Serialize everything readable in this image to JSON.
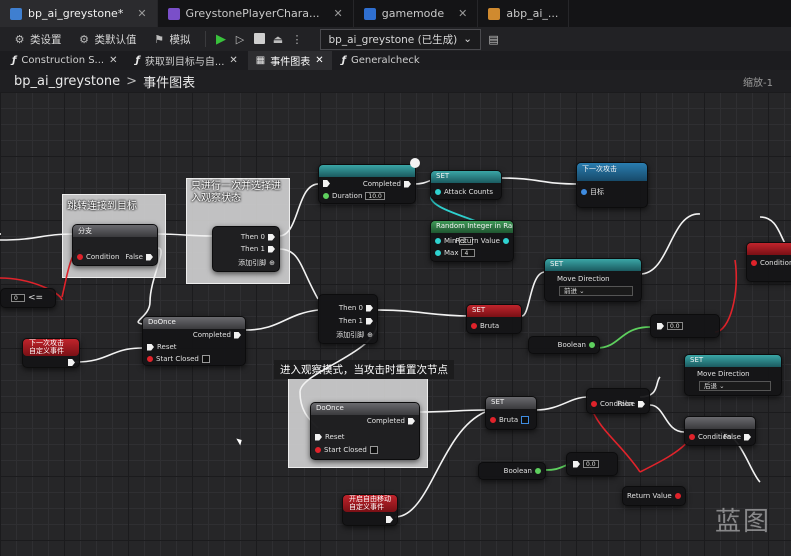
{
  "tabs": [
    {
      "label": "bp_ai_greystone*",
      "active": true
    },
    {
      "label": "GreystonePlayerChara...",
      "active": false
    },
    {
      "label": "gamemode",
      "active": false
    },
    {
      "label": "abp_ai_...",
      "active": false
    }
  ],
  "toolbar": {
    "settings_label": "类设置",
    "defaults_label": "类默认值",
    "simulate_label": "模拟",
    "debug_object": "bp_ai_greystone (已生成)"
  },
  "graph_tabs": [
    {
      "label": "Construction S...",
      "active": false
    },
    {
      "label": "获取到目标与自...",
      "active": false
    },
    {
      "label": "事件图表",
      "active": true
    },
    {
      "label": "Generalcheck",
      "active": false
    }
  ],
  "breadcrumb": {
    "root": "bp_ai_greystone",
    "current": "事件图表"
  },
  "zoom_label": "缩放-1",
  "comments": {
    "left": "跳转连接到目标",
    "mid": "只进行一次并选择进入观察状态",
    "bottom": "进入观察模式，当攻击时重置次节点"
  },
  "nodes": {
    "delay_top": {
      "title": "",
      "completed": "Completed",
      "duration": "Duration",
      "duration_val": "10.0"
    },
    "set_attack": {
      "title": "SET",
      "field": "Attack Counts"
    },
    "randint": {
      "title": "Random Integer in Range",
      "min": "Min",
      "min_val": "2",
      "max": "Max",
      "max_val": "4",
      "ret": "Return Value"
    },
    "next_node": {
      "title": "下一次攻击",
      "target": "目标"
    },
    "branch_left": {
      "title": "分支",
      "cond": "Condition",
      "false": "False"
    },
    "doonce_mid": {
      "then0": "Then 0",
      "then1": "Then 1",
      "add": "添加引脚"
    },
    "doonce_left": {
      "title": "DoOnce",
      "completed": "Completed",
      "reset": "Reset",
      "start_closed": "Start Closed"
    },
    "seq_mid": {
      "then0": "Then 0",
      "then1": "Then 1",
      "add": "添加引脚"
    },
    "set_mid": {
      "title": "SET",
      "field": "Bruta"
    },
    "set_move": {
      "title": "SET",
      "field": "Move Direction",
      "combo": "前进"
    },
    "boolean_mid": {
      "label": "Boolean"
    },
    "doonce_bottom": {
      "title": "DoOnce",
      "completed": "Completed",
      "reset": "Reset",
      "start_closed": "Start Closed"
    },
    "set_bottom": {
      "title": "SET",
      "field": "Bruta"
    },
    "branch_right": {
      "cond": "Condition",
      "false": "False"
    },
    "set_move2": {
      "title": "SET",
      "field": "Move Direction",
      "combo": "后退"
    },
    "branch_right2": {
      "cond": "Condition",
      "false": "False"
    },
    "boolean_bottom": {
      "label": "Boolean"
    },
    "event_left": {
      "line1": "下一次攻击",
      "line2": "自定义事件"
    },
    "event_bottom": {
      "line1": "开启自由移动",
      "line2": "自定义事件"
    },
    "return_small": {
      "label": "Return Value"
    },
    "var_small": {
      "label": "0.0"
    }
  },
  "watermark": "蓝图",
  "colors": {
    "exec": "#f2f2f2",
    "bool": "#e0232b",
    "int": "#2fd2d0",
    "float": "#5ed05e",
    "enum": "#3f8ce0"
  }
}
